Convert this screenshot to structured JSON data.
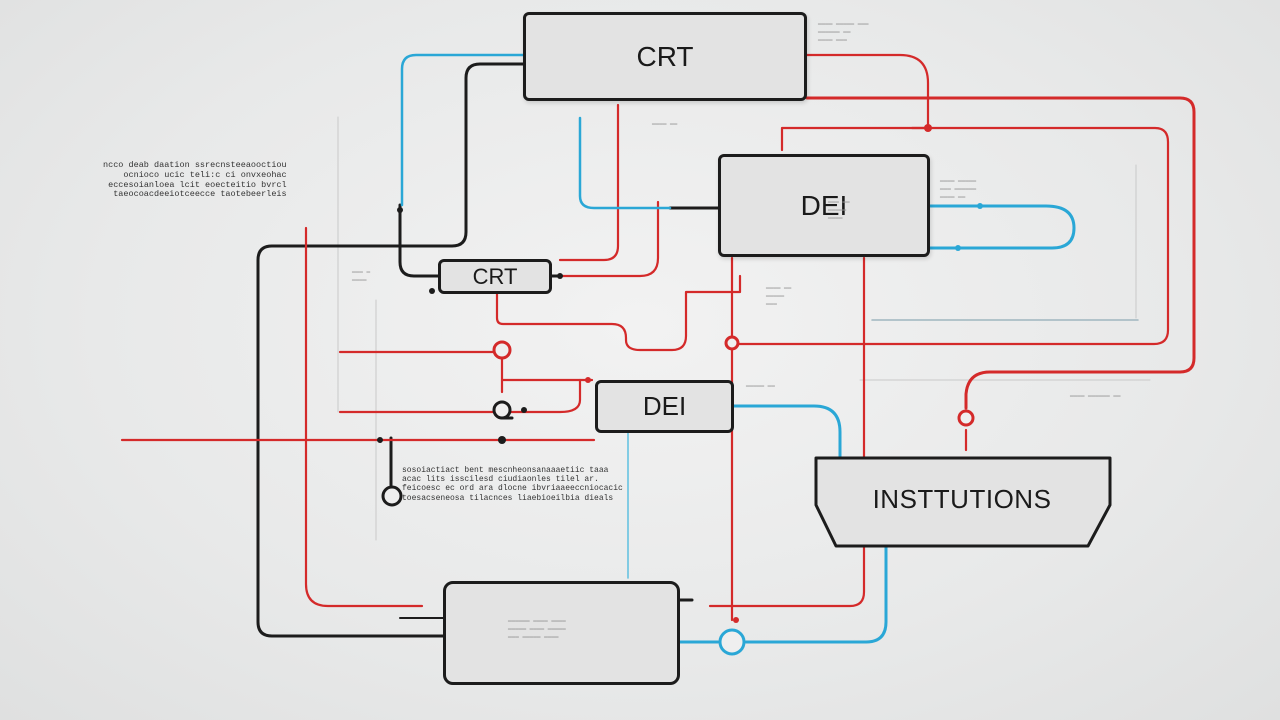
{
  "diagram": {
    "nodes": {
      "crt_top": "CRT",
      "dei_top": "DEI",
      "crt_small": "CRT",
      "dei_mid": "DEI",
      "institutions": "INSTTUTIONS"
    },
    "colors": {
      "background": "#e9eaea",
      "black_wire": "#1c1c1c",
      "red_wire": "#d42a2a",
      "blue_wire": "#2aa7d6",
      "node_fill": "#e3e3e3"
    },
    "annotations": {
      "left_block": [
        "ncco deab daation ssrecnsteeaooctiou",
        "ocnioco ucic teli:c ci onvxeohac",
        "eccesoianloea lcit eoecteitio bvrcl",
        "taeocoacdeeiotceecce taotebeerleis"
      ],
      "center_block": [
        "sosoiactiact bent mescnheonsanaaaetiic taaa",
        "acac lits isscilesd ciudiaonles tilel ar.",
        "feicoesc ec ord ara dlocne ibvriaaeeccniocacic",
        "toesacseneosa tilacnces liaebioeilbia dieals"
      ]
    }
  }
}
